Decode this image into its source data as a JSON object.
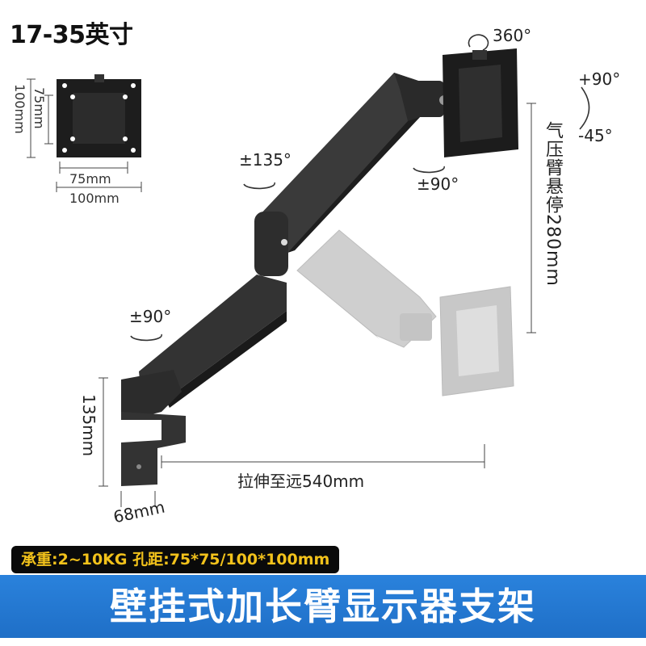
{
  "title": "17-35英寸",
  "small_plate": {
    "width_inner": "75mm",
    "width_outer": "100mm",
    "height_inner": "75mm",
    "height_outer": "100mm"
  },
  "rotations": {
    "top_360": "360°",
    "upper_135": "±135°",
    "upper_90": "±90°",
    "lower_90": "±90°",
    "tilt_up": "+90°",
    "tilt_down": "-45°"
  },
  "dimensions": {
    "hover_height": "气压臂悬停280mm",
    "clamp_height": "135mm",
    "clamp_width": "68mm",
    "reach": "拉伸至远540mm"
  },
  "spec_text": "承重:2~10KG  孔距:75*75/100*100mm",
  "banner_text": "壁挂式加长臂显示器支架",
  "colors": {
    "banner": "#1f6fc7",
    "spec_bg": "#0a0a0a",
    "spec_text": "#f2c21b",
    "arm": "#2b2b2b",
    "ghost_arm": "#c9c9c9"
  }
}
